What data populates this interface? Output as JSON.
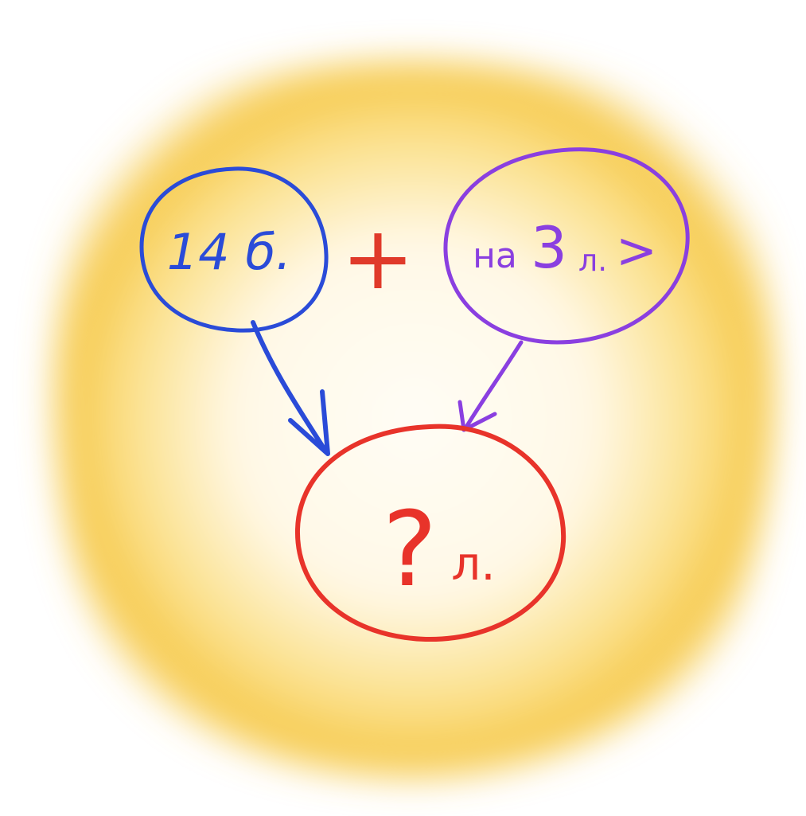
{
  "nodes": {
    "left": {
      "text": "14 б.",
      "color": "#2a4bd8"
    },
    "right": {
      "text_small": "на",
      "text_big": "3",
      "text_unit": "л.",
      "text_sign": ">",
      "color": "#8a3fe0"
    },
    "result": {
      "text_q": "?",
      "text_unit": "л.",
      "color": "#e8332a"
    }
  },
  "operator": {
    "text": "+",
    "color": "#e03a2a"
  },
  "colors": {
    "background_glow": "#f6c230",
    "background_center": "#fffdf6"
  }
}
